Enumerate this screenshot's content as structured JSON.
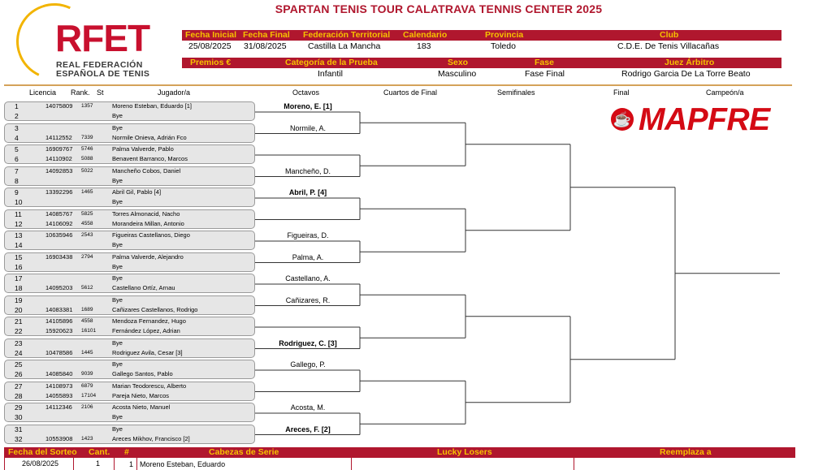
{
  "title": "SPARTAN TENIS TOUR CALATRAVA TENNIS CENTER 2025",
  "logo": {
    "letters": "RFET",
    "line1": "REAL FEDERACIÓN",
    "line2": "ESPAÑOLA DE TENIS",
    "arc_color": "#f2b400",
    "text_color": "#c8102e"
  },
  "colors": {
    "header_bar": "#b0172e",
    "header_label": "#f6c200",
    "box_bg": "#e6e6e6",
    "mapfre": "#d40a14"
  },
  "header": {
    "labels1": [
      "Fecha Inicial",
      "Fecha Final",
      "Federación Territorial",
      "Calendario",
      "Provincia",
      "Club"
    ],
    "values1": [
      "25/08/2025",
      "31/08/2025",
      "Castilla La Mancha",
      "183",
      "Toledo",
      "C.D.E. De Tenis Villacañas"
    ],
    "labels2": [
      "Premios €",
      "Categoría de la Prueba",
      "Sexo",
      "Fase",
      "Juez Árbitro"
    ],
    "values2": [
      "",
      "Infantil",
      "Masculino",
      "Fase Final",
      "Rodrigo Garcia De La Torre Beato"
    ]
  },
  "columns": {
    "licencia": "Licencia",
    "rank": "Rank.",
    "st": "St",
    "jugador": "Jugador/a",
    "octavos": "Octavos",
    "cuartos": "Cuartos de Final",
    "semis": "Semifinales",
    "final": "Final",
    "campeon": "Campeón/a"
  },
  "players": [
    {
      "pos": "1",
      "lic": "14075809",
      "rank": "1357",
      "name": "Moreno Esteban, Eduardo [1]"
    },
    {
      "pos": "2",
      "lic": "",
      "rank": "",
      "name": "Bye"
    },
    {
      "pos": "3",
      "lic": "",
      "rank": "",
      "name": "Bye"
    },
    {
      "pos": "4",
      "lic": "14112552",
      "rank": "7339",
      "name": "Normile Onieva, Adrián Fco"
    },
    {
      "pos": "5",
      "lic": "16909767",
      "rank": "5746",
      "name": "Palma Valverde, Pablo"
    },
    {
      "pos": "6",
      "lic": "14110902",
      "rank": "5088",
      "name": "Benavent Barranco, Marcos"
    },
    {
      "pos": "7",
      "lic": "14092853",
      "rank": "5022",
      "name": "Mancheño Cobos, Daniel"
    },
    {
      "pos": "8",
      "lic": "",
      "rank": "",
      "name": "Bye"
    },
    {
      "pos": "9",
      "lic": "13392296",
      "rank": "1465",
      "name": "Abril Gil, Pablo [4]"
    },
    {
      "pos": "10",
      "lic": "",
      "rank": "",
      "name": "Bye"
    },
    {
      "pos": "11",
      "lic": "14085767",
      "rank": "5825",
      "name": "Torres Almonacid, Nacho"
    },
    {
      "pos": "12",
      "lic": "14106092",
      "rank": "4558",
      "name": "Morandeira Millan, Antonio"
    },
    {
      "pos": "13",
      "lic": "10635946",
      "rank": "2543",
      "name": "Figueiras Castellanos, Diego"
    },
    {
      "pos": "14",
      "lic": "",
      "rank": "",
      "name": "Bye"
    },
    {
      "pos": "15",
      "lic": "16903438",
      "rank": "2794",
      "name": "Palma Valverde, Alejandro"
    },
    {
      "pos": "16",
      "lic": "",
      "rank": "",
      "name": "Bye"
    },
    {
      "pos": "17",
      "lic": "",
      "rank": "",
      "name": "Bye"
    },
    {
      "pos": "18",
      "lic": "14095203",
      "rank": "5612",
      "name": "Castellano Ortíz, Arnau"
    },
    {
      "pos": "19",
      "lic": "",
      "rank": "",
      "name": "Bye"
    },
    {
      "pos": "20",
      "lic": "14083381",
      "rank": "1689",
      "name": "Cañizares Castellanos, Rodrigo"
    },
    {
      "pos": "21",
      "lic": "14105896",
      "rank": "4558",
      "name": "Mendoza Fernandez, Hugo"
    },
    {
      "pos": "22",
      "lic": "15920623",
      "rank": "16101",
      "name": "Fernández López, Adrian"
    },
    {
      "pos": "23",
      "lic": "",
      "rank": "",
      "name": "Bye"
    },
    {
      "pos": "24",
      "lic": "10478586",
      "rank": "1445",
      "name": "Rodriguez Avila, Cesar [3]"
    },
    {
      "pos": "25",
      "lic": "",
      "rank": "",
      "name": "Bye"
    },
    {
      "pos": "26",
      "lic": "14085840",
      "rank": "9039",
      "name": "Gallego Santos, Pablo"
    },
    {
      "pos": "27",
      "lic": "14108973",
      "rank": "6879",
      "name": "Marian Teodorescu, Alberto"
    },
    {
      "pos": "28",
      "lic": "14055893",
      "rank": "17104",
      "name": "Pareja Nieto, Marcos"
    },
    {
      "pos": "29",
      "lic": "14112346",
      "rank": "2106",
      "name": "Acosta Nieto, Manuel"
    },
    {
      "pos": "30",
      "lic": "",
      "rank": "",
      "name": "Bye"
    },
    {
      "pos": "31",
      "lic": "",
      "rank": "",
      "name": "Bye"
    },
    {
      "pos": "32",
      "lic": "10553908",
      "rank": "1423",
      "name": "Areces Mikhov, Francisco [2]"
    }
  ],
  "octavos_winners": [
    {
      "name": "Moreno, E. [1]",
      "bold": true
    },
    {
      "name": "Normile, A.",
      "bold": false
    },
    {
      "name": "",
      "bold": false
    },
    {
      "name": "Mancheño, D.",
      "bold": false
    },
    {
      "name": "Abril, P. [4]",
      "bold": true
    },
    {
      "name": "",
      "bold": false
    },
    {
      "name": "Figueiras, D.",
      "bold": false
    },
    {
      "name": "Palma, A.",
      "bold": false
    },
    {
      "name": "Castellano, A.",
      "bold": false
    },
    {
      "name": "Cañizares, R.",
      "bold": false
    },
    {
      "name": "",
      "bold": false
    },
    {
      "name": "Rodriguez, C. [3]",
      "bold": true
    },
    {
      "name": "Gallego, P.",
      "bold": false
    },
    {
      "name": "",
      "bold": false
    },
    {
      "name": "Acosta, M.",
      "bold": false
    },
    {
      "name": "Areces, F. [2]",
      "bold": true
    }
  ],
  "sponsor": "MAPFRE",
  "footer": {
    "labels": [
      "Fecha del Sorteo",
      "Cant.",
      "#",
      "Cabezas de Serie",
      "Lucky Losers",
      "Reemplaza a"
    ],
    "fecha": "26/08/2025",
    "cant": "1",
    "num": "1",
    "cabeza": "Moreno Esteban, Eduardo"
  }
}
